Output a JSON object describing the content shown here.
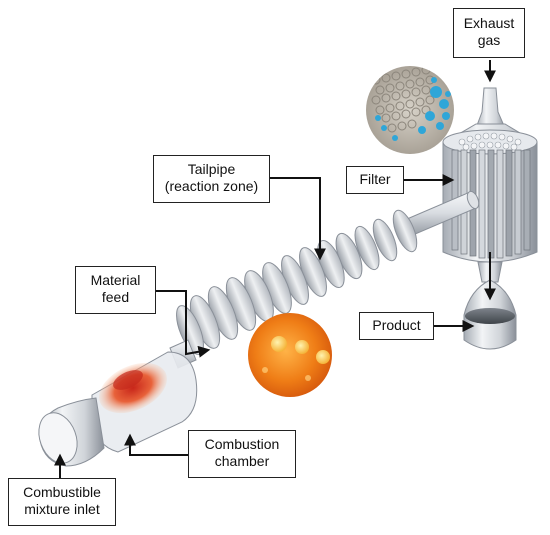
{
  "labels": {
    "exhaust": {
      "line1": "Exhaust",
      "line2": "gas"
    },
    "tailpipe": {
      "line1": "Tailpipe",
      "line2": "(reaction zone)"
    },
    "filter": {
      "line1": "Filter"
    },
    "material": {
      "line1": "Material",
      "line2": "feed"
    },
    "product": {
      "line1": "Product"
    },
    "combustion": {
      "line1": "Combustion",
      "line2": "chamber"
    },
    "inlet": {
      "line1": "Combustible",
      "line2": "mixture inlet"
    }
  },
  "colors": {
    "metal_light": "#eef0f3",
    "metal_mid": "#c3c8cf",
    "metal_dark": "#8a9099",
    "flame_core": "#d23a22",
    "flame_outer": "#f5a06a",
    "particle_bg": "#ee7c18",
    "filter_dots": "#2fa6d8",
    "arrow": "#111111"
  }
}
